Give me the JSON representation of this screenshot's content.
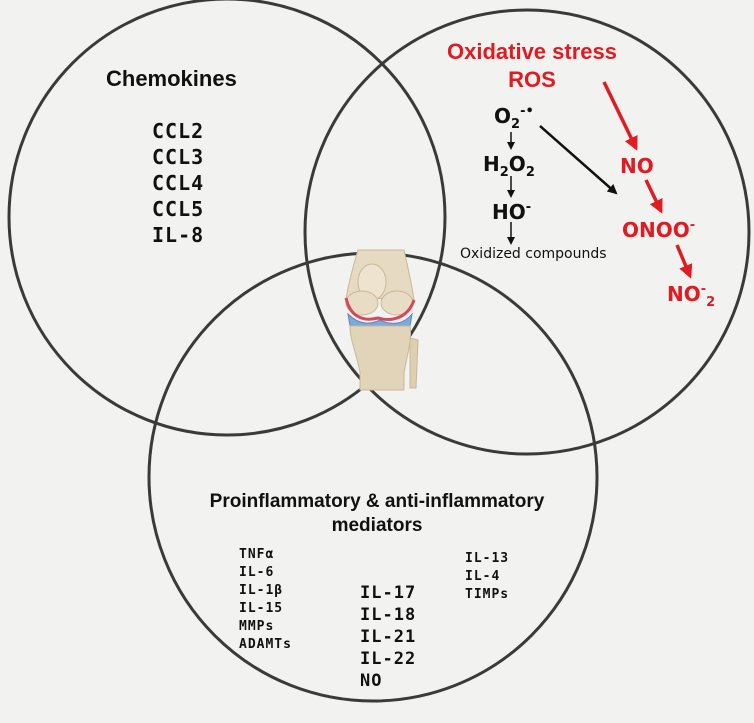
{
  "chemokines": {
    "title": "Chemokines",
    "items": [
      "CCL2",
      "CCL3",
      "CCL4",
      "CCL5",
      "IL-8"
    ]
  },
  "oxidative": {
    "title_line1": "Oxidative stress",
    "title_line2": "ROS",
    "superoxide": "O",
    "superoxide_sub": "2",
    "superoxide_sup": "-•",
    "peroxide_h": "H",
    "peroxide_sub1": "2",
    "peroxide_o": "O",
    "peroxide_sub2": "2",
    "hydroxyl": "HO",
    "hydroxyl_sup": "-",
    "oxidized": "Oxidized compounds",
    "no": "NO",
    "onoo": "ONOO",
    "onoo_sup": "-",
    "no2": "NO",
    "no2_sup": "-",
    "no2_sub": "2"
  },
  "mediators": {
    "title_line1": "Proinflammatory & anti-inflammatory",
    "title_line2": "mediators",
    "col1": [
      "TNFα",
      "IL-6",
      "IL-1β",
      "IL-15",
      "MMPs",
      "ADAMTs"
    ],
    "col2": [
      "IL-17",
      "IL-18",
      "IL-21",
      "IL-22",
      "NO"
    ],
    "col3": [
      "IL-13",
      "IL-4",
      "TIMPs"
    ]
  },
  "colors": {
    "background": "#f2f2f1",
    "circle_stroke": "#3a3a3a",
    "ros_red": "#e01b22",
    "cartilage_blue": "#7fa9d9",
    "bone": "#e8dcc4"
  },
  "icons": {
    "center_image": "knee-joint-icon"
  }
}
